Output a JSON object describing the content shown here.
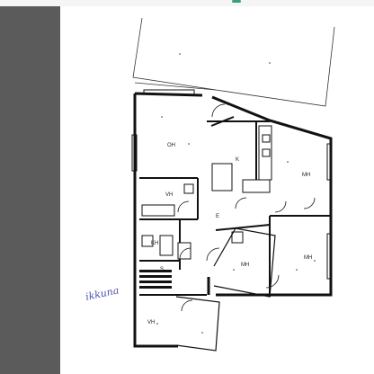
{
  "viewer": {
    "accent_color": "#3aa17a",
    "sidebar_color": "#5b5b5b"
  },
  "plan": {
    "rooms": {
      "oh": "OH",
      "k": "K",
      "mh_right": "MH",
      "vh_top": "VH",
      "e": "E",
      "mh_center": "MH",
      "mh_lower": "MH",
      "s": "S",
      "kh": "KH",
      "vh_bottom": "VH"
    },
    "handwritten_note": "ikkuna"
  }
}
